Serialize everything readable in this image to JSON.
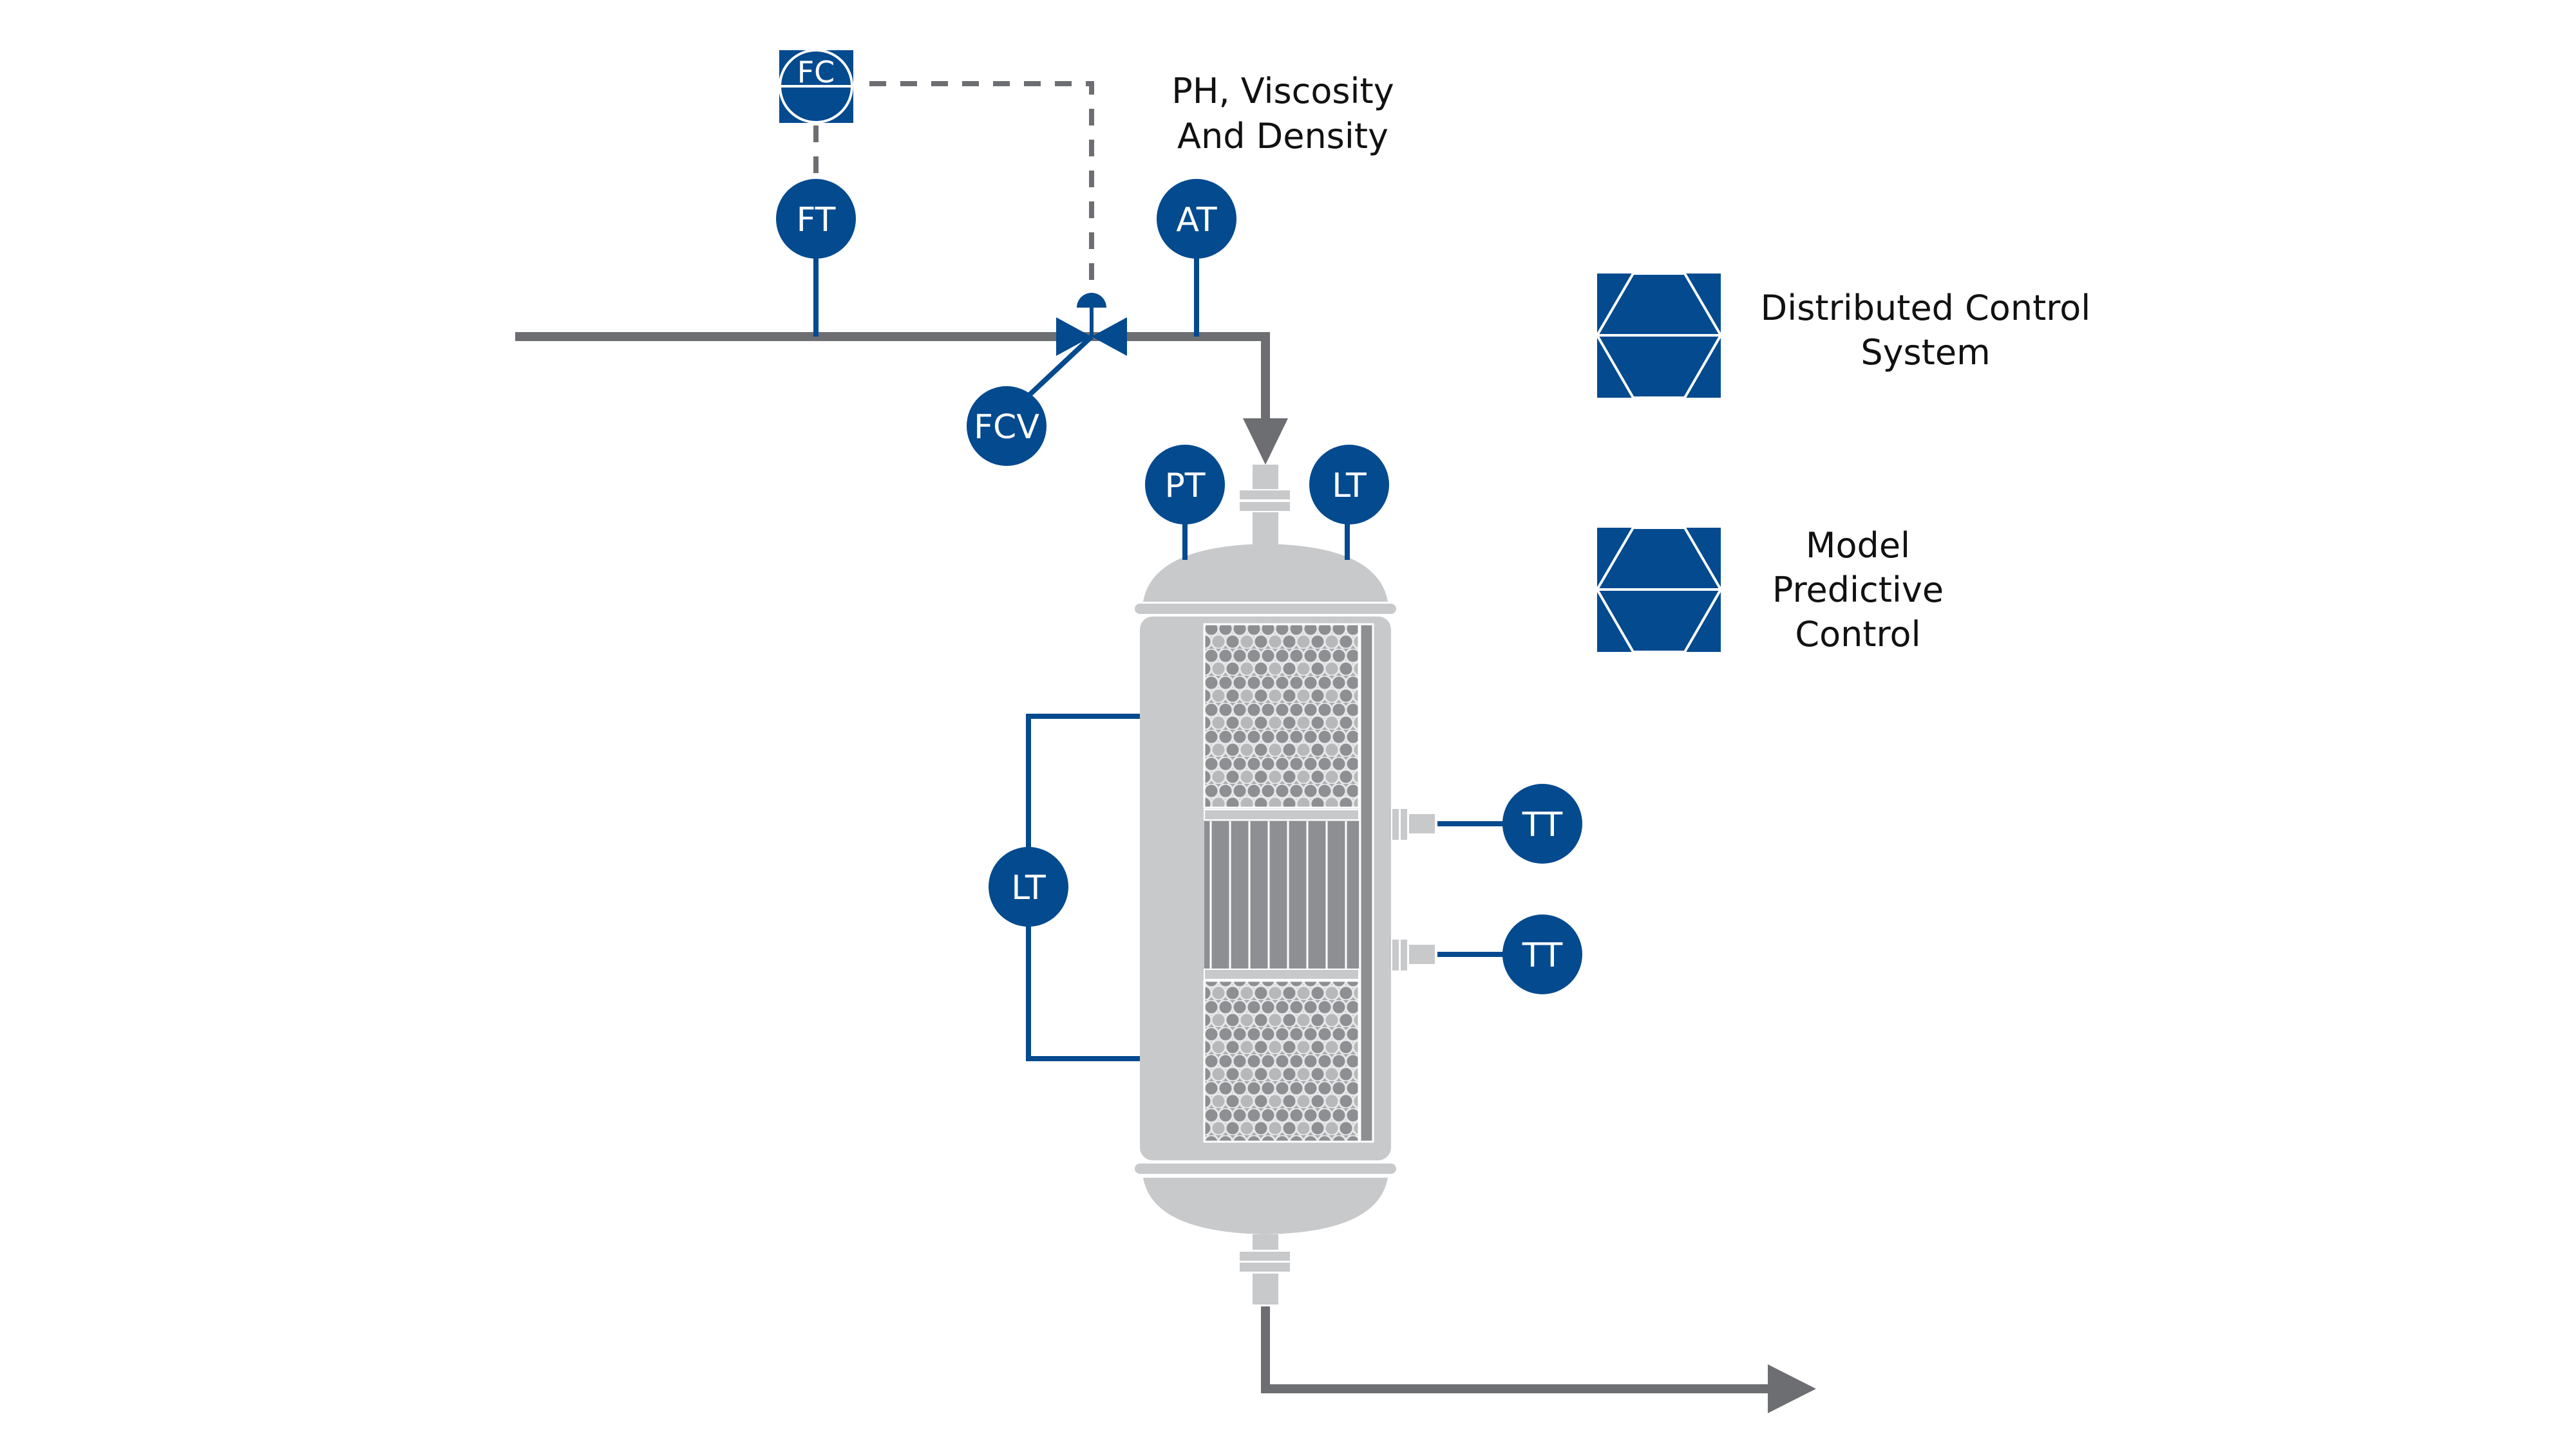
{
  "title": "Packed-bed vessel instrumentation diagram",
  "colors": {
    "instrument_blue": "#034a8f",
    "pipe_gray": "#6d6e71",
    "vessel_gray": "#c8c9cb",
    "packing_dark": "#8e8f92",
    "white": "#ffffff",
    "text": "#111111"
  },
  "annotation": {
    "line1": "PH, Viscosity",
    "line2": "And Density"
  },
  "instruments": {
    "fc": "FC",
    "ft": "FT",
    "at": "AT",
    "fcv": "FCV",
    "pt": "PT",
    "lt_top": "LT",
    "lt_side": "LT",
    "tt_upper": "TT",
    "tt_lower": "TT"
  },
  "legend": [
    {
      "icon": "dcs-symbol-icon",
      "line1": "Distributed Control",
      "line2": "System"
    },
    {
      "icon": "mpc-symbol-icon",
      "line1": "Model",
      "line2": "Predictive",
      "line3": "Control"
    }
  ]
}
